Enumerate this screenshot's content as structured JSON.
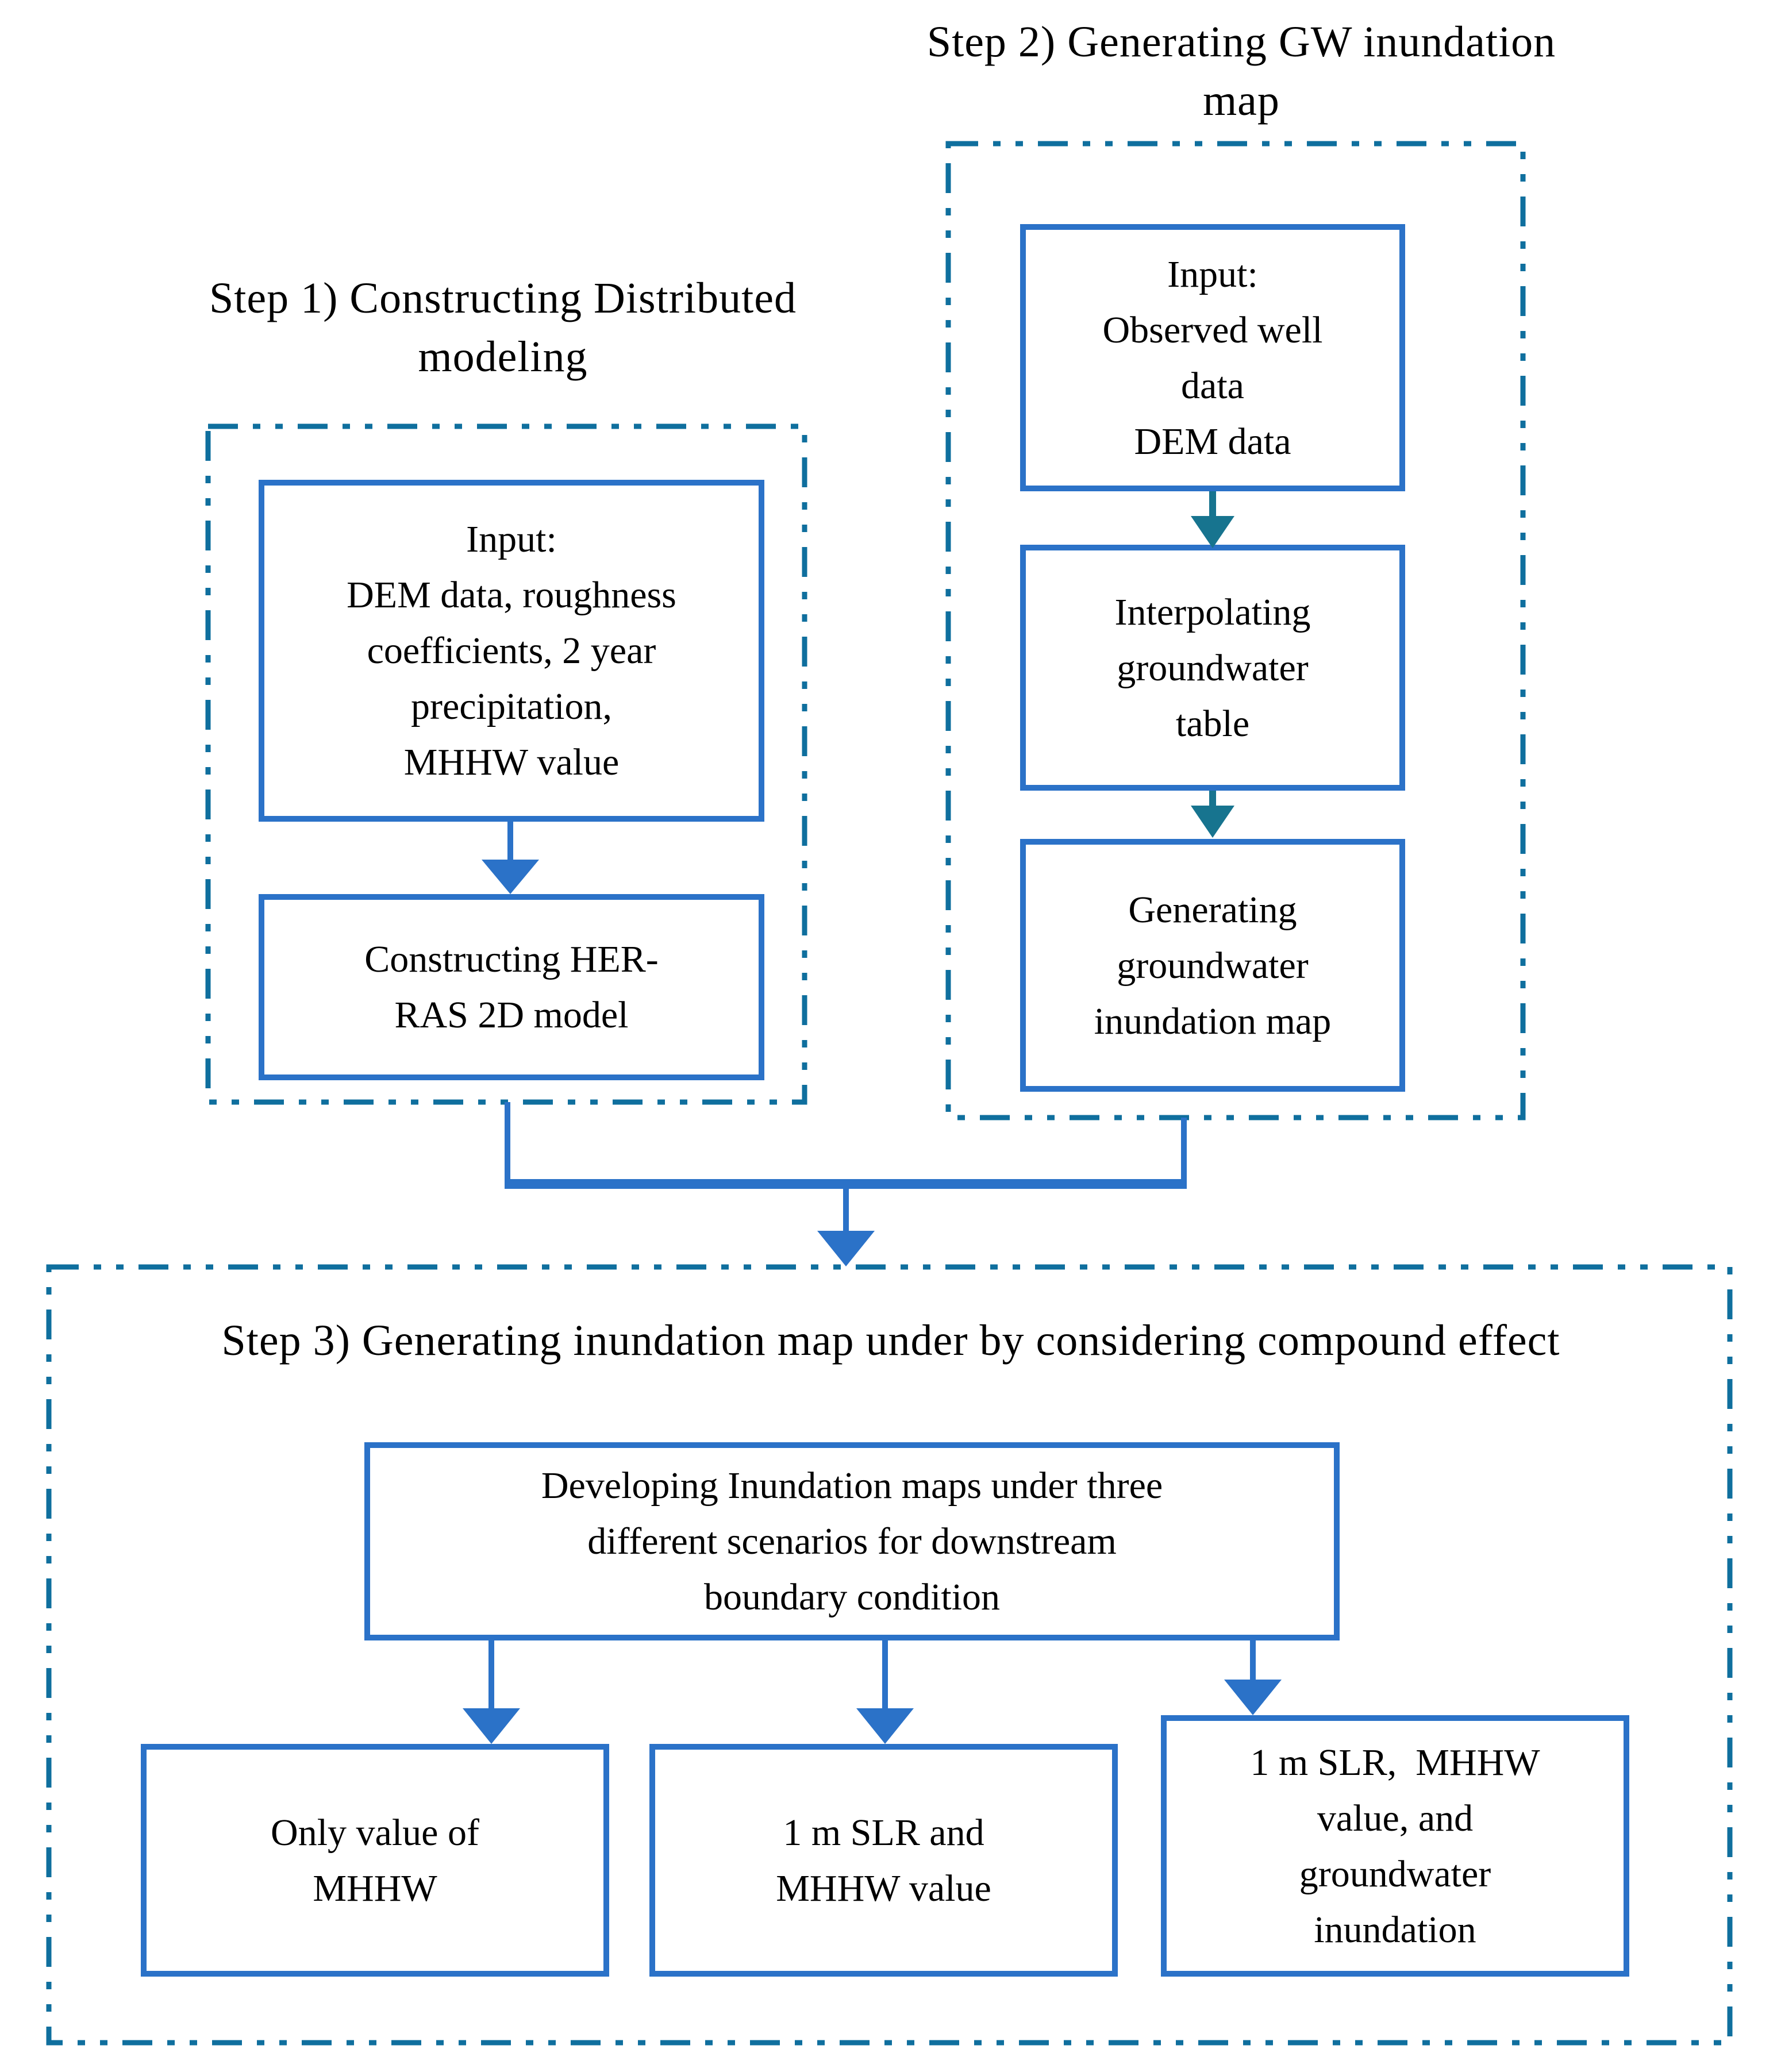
{
  "colors": {
    "box_border": "#2b72c8",
    "container_border": "#0f6f9e",
    "arrow_blue": "#2b72c8",
    "arrow_teal": "#17748f",
    "text": "#000000",
    "bg": "#ffffff"
  },
  "step1": {
    "title_lines": [
      "Step 1) Constructing Distributed",
      "modeling"
    ],
    "input_box_lines": [
      "Input:",
      "DEM data, roughness",
      "coefficients, 2 year",
      "precipitation,",
      "MHHW value"
    ],
    "model_box_lines": [
      "Constructing HER-",
      "RAS 2D model"
    ]
  },
  "step2": {
    "title_lines": [
      "Step 2) Generating GW inundation",
      "map"
    ],
    "input_box_lines": [
      "Input:",
      "Observed well",
      "data",
      "DEM data"
    ],
    "interpolate_box_lines": [
      "Interpolating",
      "groundwater",
      "table"
    ],
    "generate_box_lines": [
      "Generating",
      "groundwater",
      "inundation map"
    ]
  },
  "step3": {
    "title": "Step 3) Generating inundation map under by considering compound effect",
    "developing_box_lines": [
      "Developing Inundation maps under three",
      "different scenarios for downstream",
      "boundary condition"
    ],
    "scenario_boxes": [
      {
        "lines": [
          "Only value of",
          "MHHW"
        ]
      },
      {
        "lines": [
          "1 m SLR and",
          "MHHW value"
        ]
      },
      {
        "lines": [
          "1 m SLR,  MHHW",
          "value, and",
          "groundwater",
          "inundation"
        ]
      }
    ]
  }
}
